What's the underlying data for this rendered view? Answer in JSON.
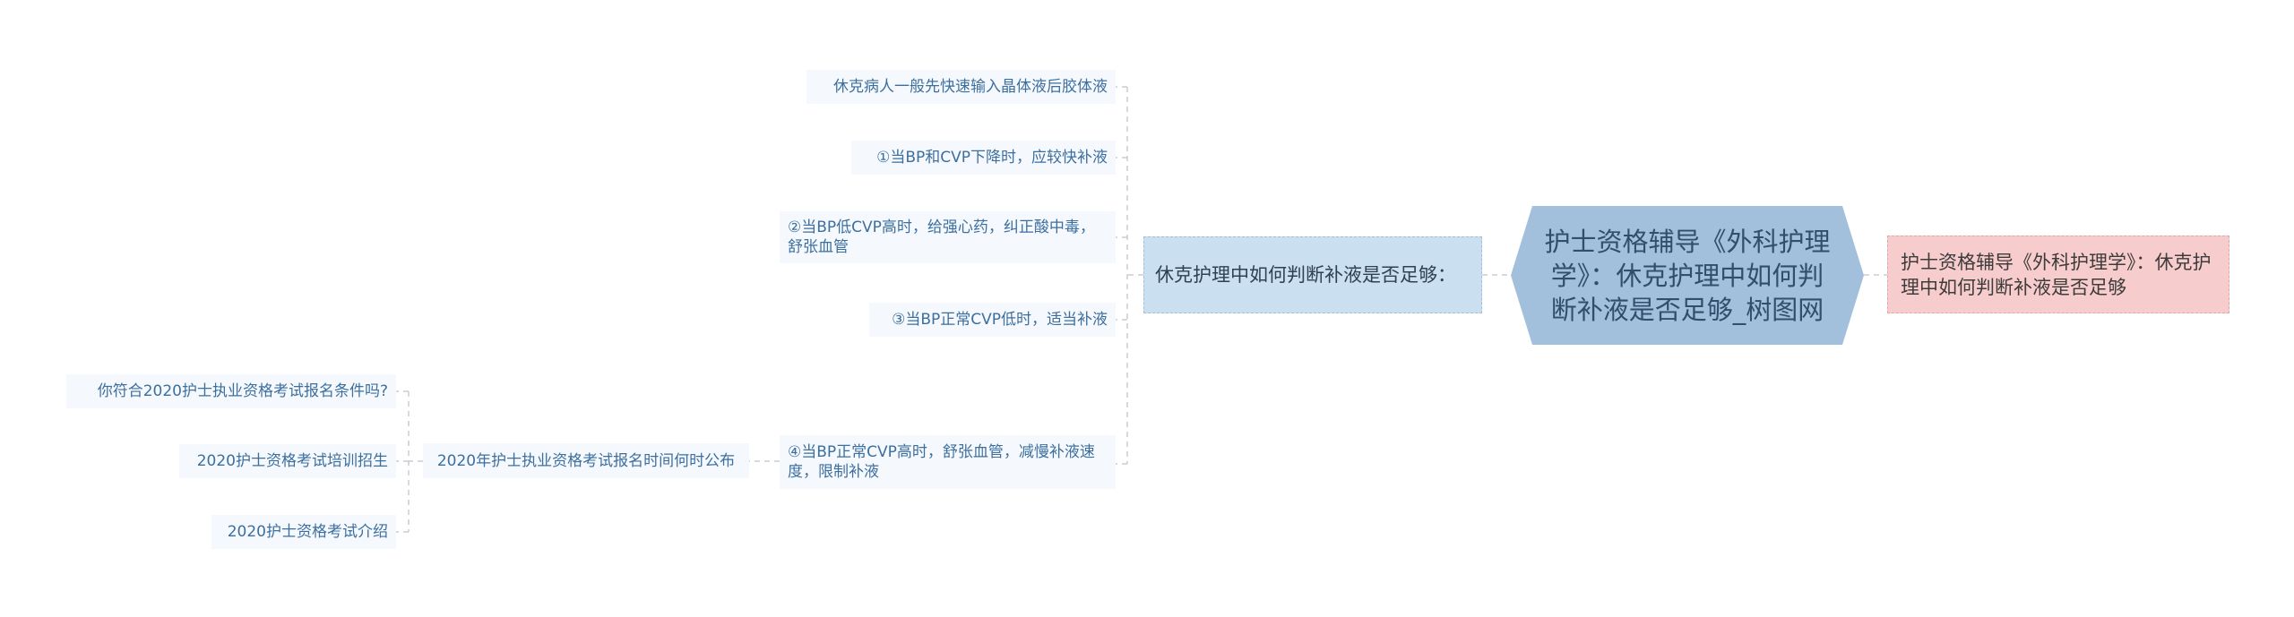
{
  "center": {
    "title": "护士资格辅导《外科护理学》：休克护理中如何判断补液是否足够_树图网"
  },
  "right_node": {
    "label": "护士资格辅导《外科护理学》：休克护理中如何判断补液是否足够"
  },
  "left_node": {
    "label": "休克护理中如何判断补液是否足够："
  },
  "left_children": [
    "休克病人一般先快速输入晶体液后胶体液",
    "①当BP和CVP下降时，应较快补液",
    "②当BP低CVP高时，给强心药，纠正酸中毒，舒张血管",
    "③当BP正常CVP低时，适当补液",
    "④当BP正常CVP高时，舒张血管，减慢补液速度，限制补液"
  ],
  "sub_node": {
    "label": "2020年护士执业资格考试报名时间何时公布"
  },
  "sub_children": [
    "你符合2020护士执业资格考试报名条件吗?",
    "2020护士资格考试培训招生",
    "2020护士资格考试介绍"
  ],
  "colors": {
    "center_fill": "#a2bfdc",
    "left_branch_fill": "#cadff0",
    "right_branch_fill": "#f7cccd",
    "leaf_text": "#3d6f9e",
    "connector": "#c9cdd3"
  }
}
